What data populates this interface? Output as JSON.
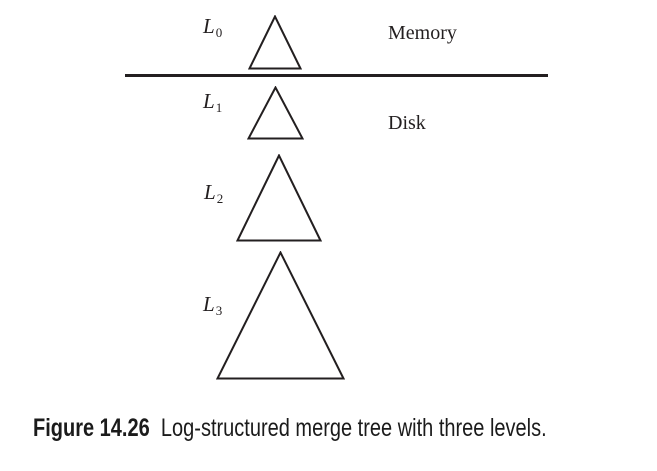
{
  "page": {
    "background_color": "#ffffff",
    "ink_color": "#231f20"
  },
  "diagram": {
    "title_hint": "Log-structured merge tree",
    "memory_region_label": "Memory",
    "disk_region_label": "Disk",
    "levels": [
      {
        "label_base": "L",
        "label_sub": "0",
        "region": "memory",
        "relative_size": "smallest"
      },
      {
        "label_base": "L",
        "label_sub": "1",
        "region": "disk",
        "relative_size": "small"
      },
      {
        "label_base": "L",
        "label_sub": "2",
        "region": "disk",
        "relative_size": "medium"
      },
      {
        "label_base": "L",
        "label_sub": "3",
        "region": "disk",
        "relative_size": "large"
      }
    ]
  },
  "caption": {
    "label": "Figure 14.26",
    "text": "Log-structured merge tree with three levels."
  }
}
